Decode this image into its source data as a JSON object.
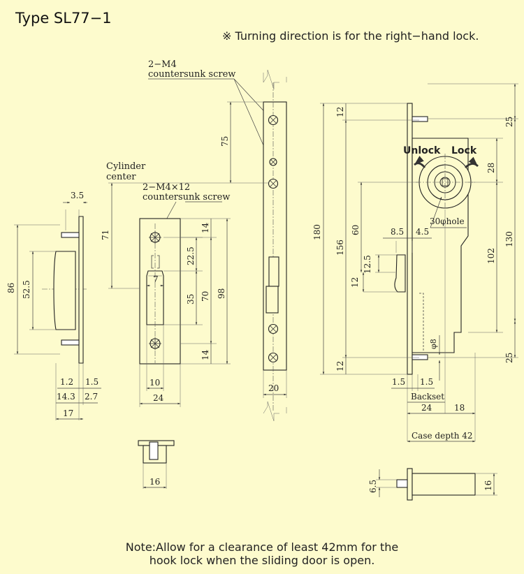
{
  "title": "Type SL77−1",
  "subtitle": "※ Turning direction is for the right−hand lock.",
  "note_line1": "Note:Allow for a clearance of least 42mm for the",
  "note_line2": "hook lock when the sliding door is open.",
  "labels": {
    "screw_a_qty": "2−M4",
    "screw_a_type": "countersunk screw",
    "screw_b_qty": "2−M4×12",
    "screw_b_type": "countersunk screw",
    "cylinder_1": "Cylinder",
    "cylinder_2": "center",
    "unlock": "Unlock",
    "lock": "Lock",
    "hole": "30φhole",
    "backset": "Backset",
    "case_depth": "Case depth 42",
    "phi8": "φ8"
  },
  "dims": {
    "side_3_5": "3.5",
    "side_86": "86",
    "side_52_5": "52.5",
    "side_1_2": "1.2",
    "side_1_5": "1.5",
    "side_14_3": "14.3",
    "side_2_7": "2.7",
    "side_17": "17",
    "cyl_71": "71",
    "cyl_14_top": "14",
    "cyl_22_5": "22.5",
    "cyl_7": "7",
    "cyl_35": "35",
    "cyl_70": "70",
    "cyl_98": "98",
    "cyl_14_bot": "14",
    "cyl_10": "10",
    "cyl_24": "24",
    "plate_75": "75",
    "plate_20": "20",
    "case_180": "180",
    "case_156": "156",
    "case_60": "60",
    "case_12_top": "12",
    "case_12_bot": "12",
    "case_8_5": "8.5",
    "case_4_5": "4.5",
    "case_12_5": "12.5",
    "case_12_mid": "12",
    "case_25_top": "25",
    "case_28": "28",
    "case_130": "130",
    "case_102": "102",
    "case_25_bot": "25",
    "case_1_5a": "1.5",
    "case_1_5b": "1.5",
    "case_24": "24",
    "case_18": "18",
    "small_16": "16",
    "bolt_6_5": "6.5",
    "bolt_16": "16"
  }
}
